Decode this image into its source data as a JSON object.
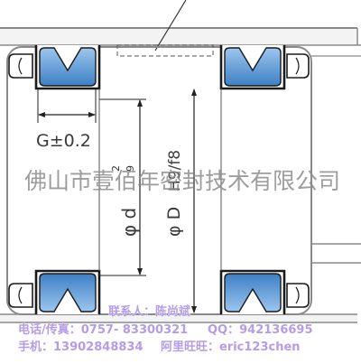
{
  "diagram": {
    "dimensions": {
      "groove_width": "G±0.2",
      "inner_diameter": "φ d",
      "inner_mark_top": "2",
      "inner_mark_bottom": "9",
      "outer_diameter": "φ D",
      "outer_tolerance": "H9/f8"
    },
    "watermark": "佛山市壹佰年密封技术有限公司",
    "contact": {
      "person": "联系人：陈尚斌",
      "phone_fax": "电话/传真：0757- 83300321",
      "qq": "QQ：942136695",
      "mobile": "手机：13902848834",
      "aliwangwang": "阿里旺旺：eric123chen"
    }
  },
  "colors": {
    "seal_light": "#9cc6ee",
    "seal_dark": "#3d7fc4",
    "outline": "#1a1a1a",
    "housing": "#8a8a8a",
    "contact_text": "#b49ce8"
  },
  "icons": {
    "seal": "u-cup-seal-icon"
  }
}
